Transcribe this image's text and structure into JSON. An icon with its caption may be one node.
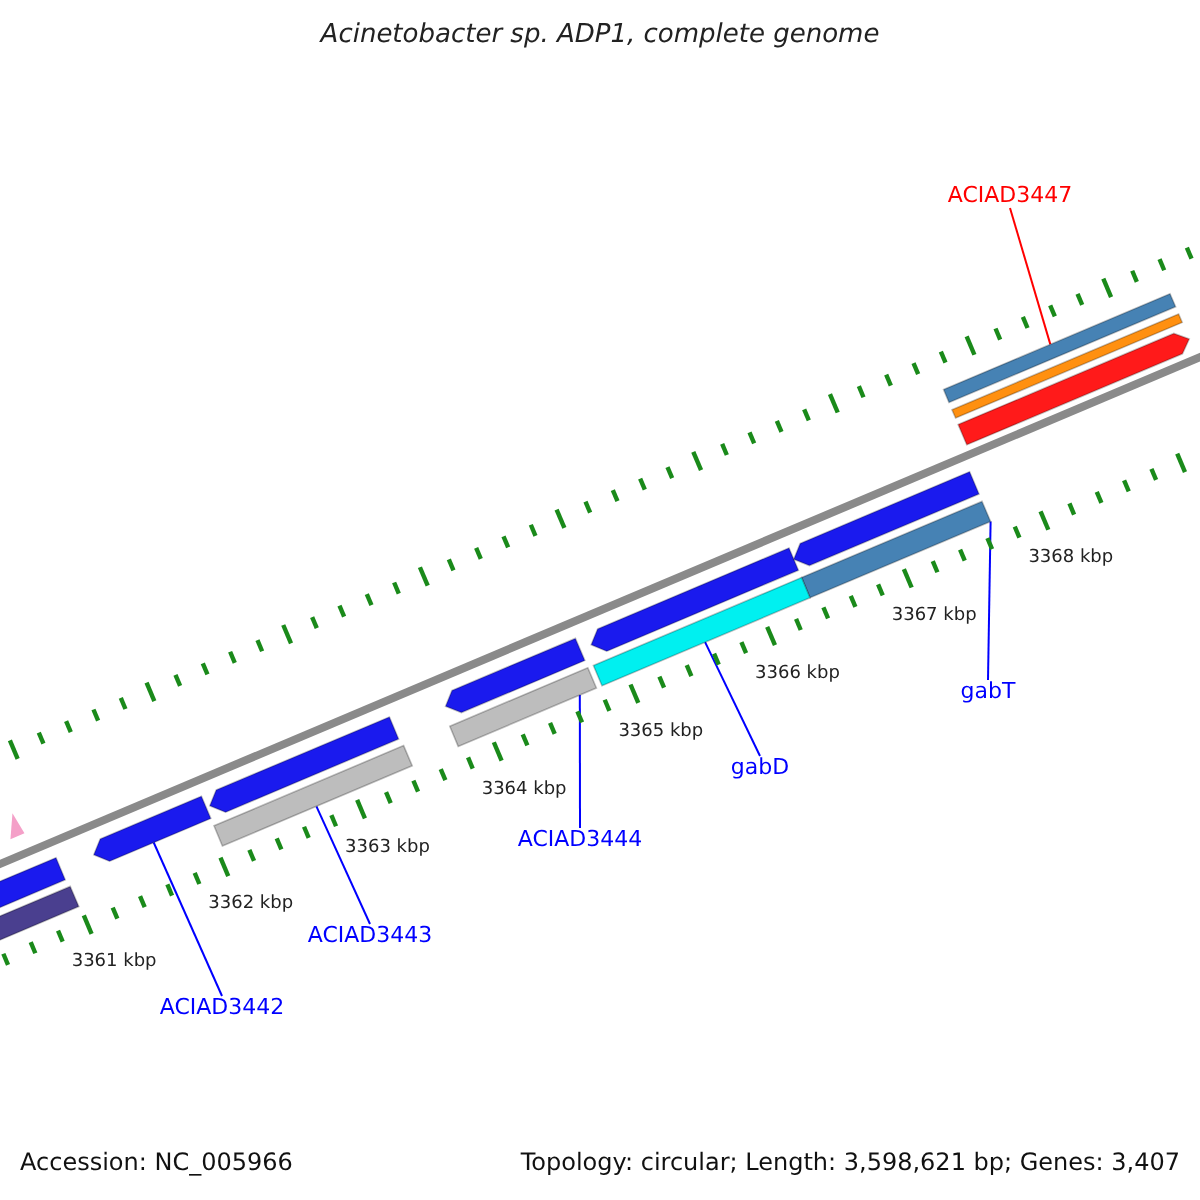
{
  "diagram": {
    "title": "Acinetobacter sp. ADP1, complete genome",
    "nodes": [
      {
        "text": [
          "ACIAD3447"
        ]
      },
      {
        "text": [],
        "shape": "bar"
      },
      {
        "text": [
          "gabT"
        ]
      },
      {
        "text": [],
        "shape": "bar"
      },
      {
        "text": [
          "gabD"
        ]
      },
      {
        "text": [],
        "shape": "bar"
      },
      {
        "text": [
          "ACIAD3444"
        ]
      },
      {
        "text": [],
        "shape": "bar"
      },
      {
        "text": [
          "ACIAD3443"
        ]
      },
      {
        "text": [],
        "shape": "bar"
      },
      {
        "text": [
          "ACIAD3442"
        ]
      },
      {
        "text": [],
        "shape": "bar"
      }
    ],
    "edges": [
      {
        "from": 0,
        "to": 1,
        "arrow": "none",
        "color": "#ff0000"
      },
      {
        "from": 2,
        "to": 3,
        "arrow": "none"
      },
      {
        "from": 4,
        "to": 5,
        "arrow": "none"
      },
      {
        "from": 6,
        "to": 7,
        "arrow": "none"
      },
      {
        "from": 8,
        "to": 9,
        "arrow": "none"
      },
      {
        "from": 10,
        "to": 11,
        "arrow": "none"
      }
    ],
    "labels": [
      "3361 kbp",
      "3362 kbp",
      "3363 kbp",
      "3364 kbp",
      "3365 kbp",
      "3366 kbp",
      "3367 kbp",
      "3368 kbp",
      "Accession: NC_005966",
      "Topology: circular; Length: 3,598,621 bp; Genes: 3,407"
    ]
  }
}
